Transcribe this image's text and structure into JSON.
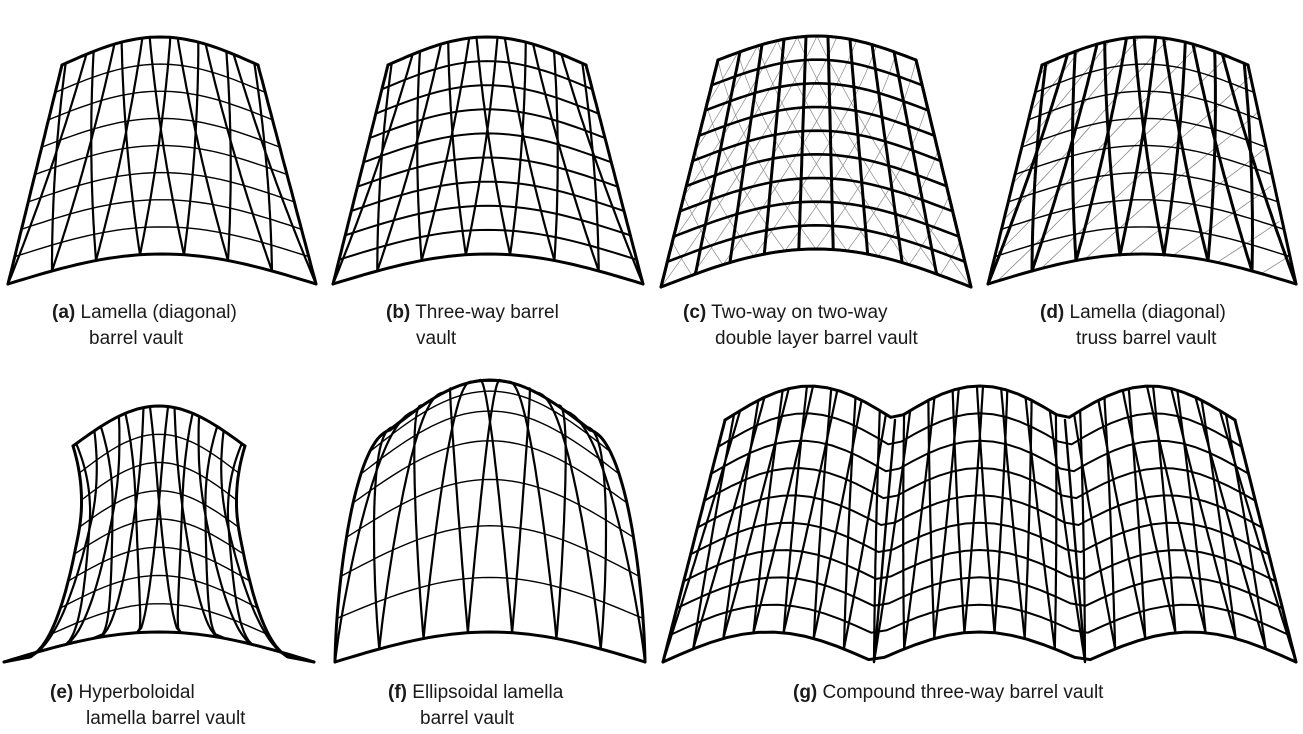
{
  "figure": {
    "panels": [
      {
        "id": "a",
        "letter": "(a)",
        "line1": "Lamella (diagonal)",
        "line2": "barrel vault",
        "pattern": "lamella",
        "shape": "barrel"
      },
      {
        "id": "b",
        "letter": "(b)",
        "line1": "Three-way barrel",
        "line2": "vault",
        "pattern": "three-way",
        "shape": "barrel"
      },
      {
        "id": "c",
        "letter": "(c)",
        "line1": "Two-way on two-way",
        "line2": "double layer barrel vault",
        "pattern": "two-way-double",
        "shape": "barrel"
      },
      {
        "id": "d",
        "letter": "(d)",
        "line1": "Lamella (diagonal)",
        "line2": "truss barrel vault",
        "pattern": "lamella-truss",
        "shape": "barrel"
      },
      {
        "id": "e",
        "letter": "(e)",
        "line1": "Hyperboloidal",
        "line2": "lamella barrel vault",
        "pattern": "lamella",
        "shape": "hyperboloid"
      },
      {
        "id": "f",
        "letter": "(f)",
        "line1": "Ellipsoidal lamella",
        "line2": "barrel vault",
        "pattern": "lamella",
        "shape": "ellipsoid"
      },
      {
        "id": "g",
        "letter": "(g)",
        "line1": "Compound three-way barrel vault",
        "line2": "",
        "pattern": "three-way",
        "shape": "compound"
      }
    ],
    "colors": {
      "members": "#000000",
      "secondary": "#8a8a8a",
      "background": "#ffffff"
    }
  }
}
